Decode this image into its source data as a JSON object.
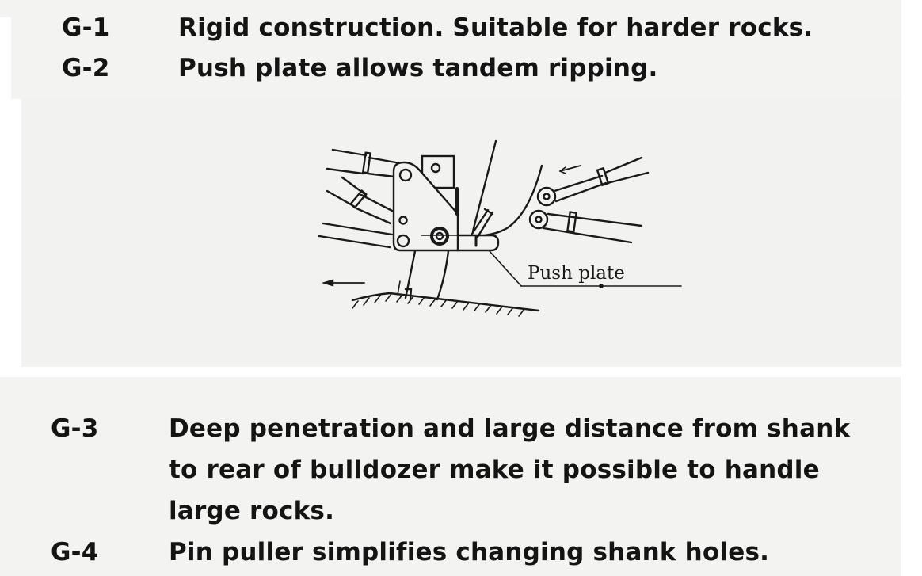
{
  "top_items": [
    {
      "code": "G-1",
      "text": "Rigid construction. Suitable for harder rocks."
    },
    {
      "code": "G-2",
      "text": "Push plate allows tandem ripping."
    }
  ],
  "diagram": {
    "callout_label": "Push plate",
    "description": "Ripper shank with push plate, showing direction arrows"
  },
  "bottom_items": [
    {
      "code": "G-3",
      "lines": [
        "Deep penetration and large distance from shank",
        "to rear of bulldozer make it possible to handle",
        "large rocks."
      ]
    },
    {
      "code": "G-4",
      "lines": [
        "Pin puller simplifies changing shank holes."
      ]
    }
  ]
}
